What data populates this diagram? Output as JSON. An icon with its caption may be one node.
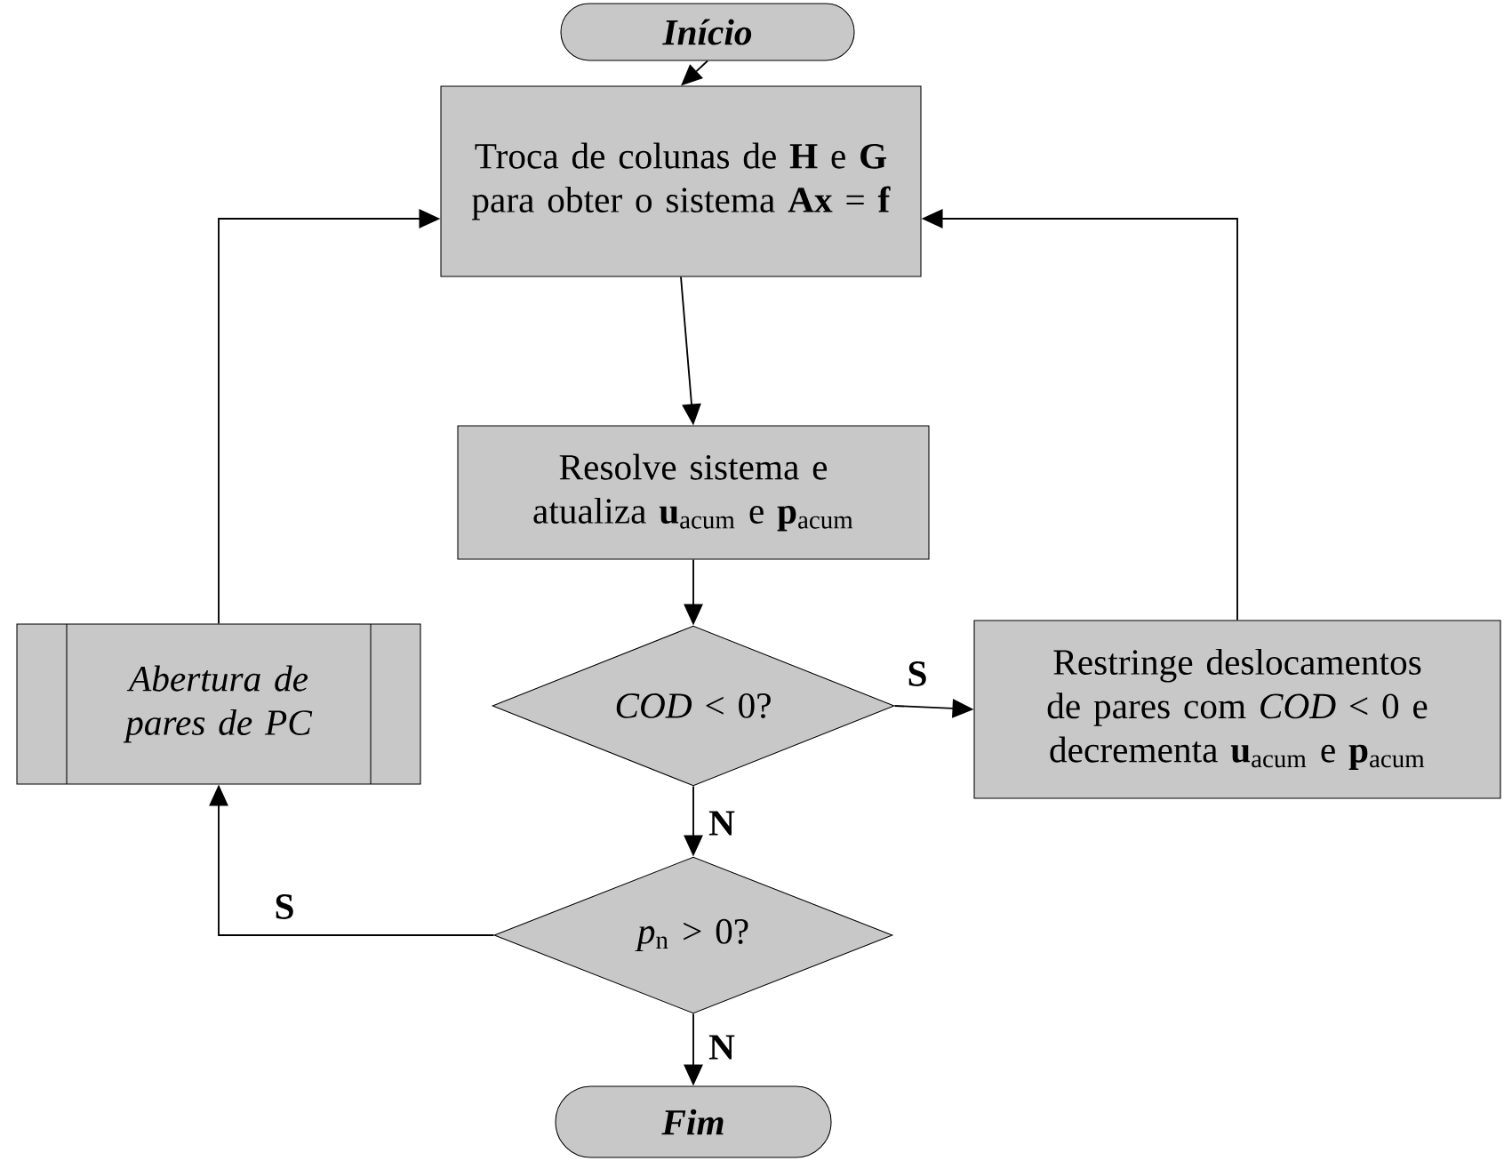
{
  "diagram": {
    "nodes": [
      {
        "text": [
          "Início"
        ]
      },
      {
        "text": [
          "Troca de colunas de **H** e **G** para obter o sistema **Ax** = **f**"
        ]
      },
      {
        "text": [
          "Resolve sistema e atualiza **u**$_{acum}$ e **p**$_{acum}$"
        ]
      },
      {
        "text": [
          "*COD* < 0?"
        ]
      },
      {
        "text": [
          "Restringe deslocamentos de pares com *COD* < 0 e decrementa **u**$_{acum}$ e **p**$_{acum}$"
        ]
      },
      {
        "text": [
          "Abertura de pares de PC"
        ]
      },
      {
        "text": [
          "*p*$_{n}$ > 0?"
        ]
      },
      {
        "text": [
          "Fim"
        ]
      }
    ],
    "edges": [
      {
        "from": 0,
        "to": 1,
        "arrow": "to"
      },
      {
        "from": 1,
        "to": 2,
        "arrow": "to"
      },
      {
        "from": 2,
        "to": 3,
        "arrow": "to"
      },
      {
        "from": 3,
        "to": 4,
        "arrow": "to",
        "label": "S"
      },
      {
        "from": 3,
        "to": 6,
        "arrow": "to",
        "label": "N"
      },
      {
        "from": 6,
        "to": 7,
        "arrow": "to",
        "label": "N"
      },
      {
        "from": 6,
        "to": 5,
        "arrow": "to",
        "label": "S"
      },
      {
        "from": 5,
        "to": 1,
        "arrow": "to"
      },
      {
        "from": 4,
        "to": 1,
        "arrow": "to"
      }
    ]
  }
}
